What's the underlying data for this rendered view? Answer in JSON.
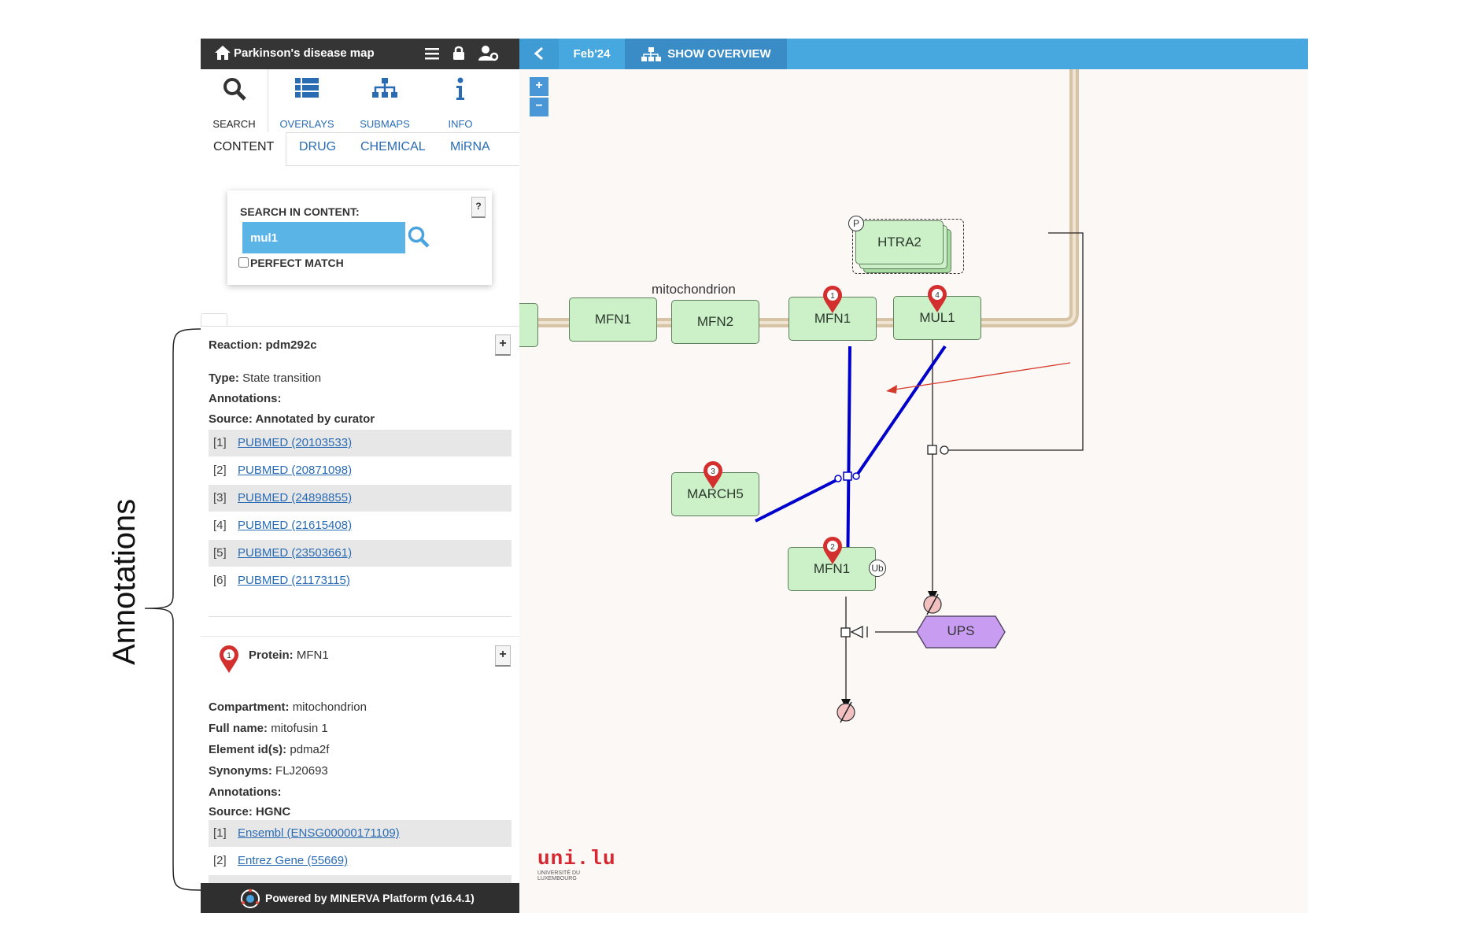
{
  "side_annotation": "Annotations",
  "header": {
    "app_title": "Parkinson's disease map",
    "back_button": "<",
    "version_tab": "Feb'24",
    "overview_button": "SHOW OVERVIEW"
  },
  "nav": {
    "tabs": [
      {
        "label": "SEARCH",
        "icon": "search-icon"
      },
      {
        "label": "OVERLAYS",
        "icon": "list-icon"
      },
      {
        "label": "SUBMAPS",
        "icon": "sitemap-icon"
      },
      {
        "label": "INFO",
        "icon": "info-icon"
      }
    ],
    "subtabs": [
      "CONTENT",
      "DRUG",
      "CHEMICAL",
      "MiRNA"
    ]
  },
  "search": {
    "heading": "SEARCH IN CONTENT:",
    "value": "mul1",
    "help": "?",
    "perfect_match": "PERFECT MATCH"
  },
  "reaction": {
    "title_label": "Reaction:",
    "title_value": "pdm292c",
    "type_label": "Type:",
    "type_value": "State transition",
    "annotations_label": "Annotations:",
    "source": "Source: Annotated by curator",
    "refs": [
      {
        "idx": "[1]",
        "text": "PUBMED (20103533)"
      },
      {
        "idx": "[2]",
        "text": "PUBMED (20871098)"
      },
      {
        "idx": "[3]",
        "text": "PUBMED (24898855)"
      },
      {
        "idx": "[4]",
        "text": "PUBMED (21615408)"
      },
      {
        "idx": "[5]",
        "text": "PUBMED (23503661)"
      },
      {
        "idx": "[6]",
        "text": "PUBMED (21173115)"
      }
    ]
  },
  "protein": {
    "marker": "1",
    "title_label": "Protein:",
    "title_value": "MFN1",
    "compartment_label": "Compartment:",
    "compartment_value": "mitochondrion",
    "fullname_label": "Full name:",
    "fullname_value": "mitofusin 1",
    "elementid_label": "Element id(s):",
    "elementid_value": "pdma2f",
    "synonyms_label": "Synonyms:",
    "synonyms_value": "FLJ20693",
    "annotations_label": "Annotations:",
    "source": "Source: HGNC",
    "refs": [
      {
        "idx": "[1]",
        "text": "Ensembl (ENSG00000171109)"
      },
      {
        "idx": "[2]",
        "text": "Entrez Gene (55669)"
      }
    ]
  },
  "footer": "Powered by MINERVA Platform (v16.4.1)",
  "plus": "+",
  "map": {
    "zoom_in": "+",
    "zoom_out": "−",
    "compartment": "mitochondrion",
    "nodes": {
      "mfn1_a": "MFN1",
      "mfn2": "MFN2",
      "mfn1_b": "MFN1",
      "mul1": "MUL1",
      "htra2": "HTRA2",
      "march5": "MARCH5",
      "mfn1_ub": "MFN1",
      "ups": "UPS"
    },
    "ub": "Ub",
    "phos": "P",
    "markers": [
      "1",
      "4",
      "3",
      "2"
    ],
    "logo_text": "uni.lu",
    "logo_sub1": "UNIVERSITÉ DU",
    "logo_sub2": "LUXEMBOURG"
  },
  "colors": {
    "header_dark": "#353535",
    "header_blue": "#47a8e0",
    "link": "#2a6cb4",
    "node_fill": "#ccf0c8",
    "highlight_edge": "#0000cc",
    "marker": "#d32f2f",
    "ups_fill": "#c89cf0"
  }
}
